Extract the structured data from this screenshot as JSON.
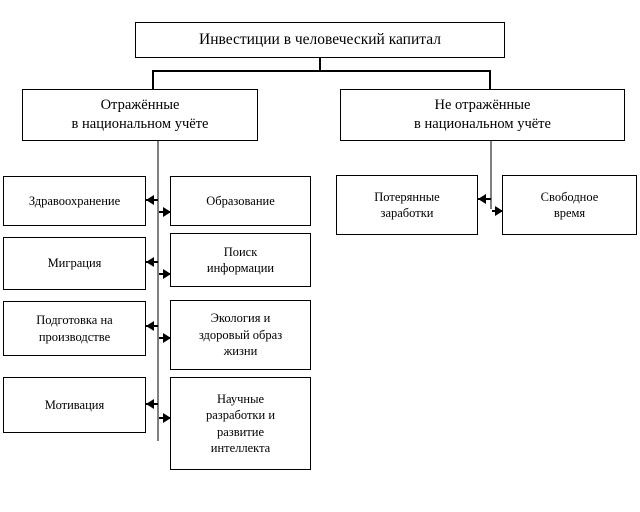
{
  "diagram": {
    "title": "Инвестиции в человеческий капитал",
    "root": {
      "label": "Инвестиции в человеческий капитал"
    },
    "branches": [
      {
        "id": "reflected",
        "label": "Отражённые\nв национальном учёте",
        "left_column": [
          {
            "label": "Здравоохранение"
          },
          {
            "label": "Миграция"
          },
          {
            "label": "Подготовка на\nпроизводстве"
          },
          {
            "label": "Мотивация"
          }
        ],
        "right_column": [
          {
            "label": "Образование"
          },
          {
            "label": "Поиск\nинформации"
          },
          {
            "label": "Экология и\nздоровый образ\nжизни"
          },
          {
            "label": "Научные\nразработки и\nразвитие\nинтеллекта"
          }
        ]
      },
      {
        "id": "not-reflected",
        "label": "Не отражённые\nв национальном учёте",
        "left_column": [
          {
            "label": "Потерянные\nзаработки"
          }
        ],
        "right_column": [
          {
            "label": "Свободное\nвремя"
          }
        ]
      }
    ],
    "colors": {
      "box_border": "#000000",
      "box_fill": "#ffffff",
      "text": "#000000",
      "connector": "#000000",
      "spine": "#808080",
      "background": "#ffffff"
    }
  }
}
